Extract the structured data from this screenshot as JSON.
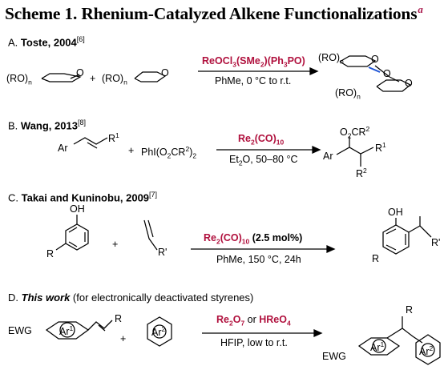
{
  "title": {
    "text": "Scheme 1. Rhenium-Catalyzed Alkene Functionalizations",
    "footnote": "a"
  },
  "sections": {
    "a": {
      "label_prefix": "A. ",
      "label_bold": "Toste, 2004",
      "ref": "[6]",
      "ro_left": "(RO)",
      "n": "n",
      "plus": "+",
      "ro_mid": "(RO)",
      "oxygen": "O",
      "catalyst": "ReOCl3(SMe2)(Ph3PO)",
      "conditions": "PhMe, 0 °C to r.t.",
      "ro_prod_top": "(RO)",
      "ro_prod_bottom": "(RO)"
    },
    "b": {
      "label_prefix": "B. ",
      "label_bold": "Wang, 2013",
      "ref": "[8]",
      "ar": "Ar",
      "r1": "R1",
      "plus": "+",
      "reagent": "PhI(O2CR2)2",
      "catalyst": "Re2(CO)10",
      "conditions": "Et2O, 50–80 °C",
      "prod_ester": "O2CR2",
      "prod_ar": "Ar",
      "prod_r1": "R1",
      "prod_r2": "R2"
    },
    "c": {
      "label_prefix": "C. ",
      "label_bold": "Takai and Kuninobu, 2009",
      "ref": "[7]",
      "oh": "OH",
      "r": "R",
      "plus": "+",
      "r_prime": "R'",
      "catalyst": "Re2(CO)10 (2.5 mol%)",
      "conditions": "PhMe, 150 °C, 24h",
      "prod_oh": "OH",
      "prod_r": "R",
      "prod_r_prime": "R'"
    },
    "d": {
      "label_prefix": "D. ",
      "label_italic": "This work",
      "label_rest": " (for electronically deactivated styrenes)",
      "ewg": "EWG",
      "ar1": "Ar1",
      "r": "R",
      "plus": "+",
      "ar2": "Ar2",
      "catalyst_1": "Re2O7",
      "catalyst_or": " or ",
      "catalyst_2": "HReO4",
      "conditions": "HFIP, low to r.t.",
      "prod_ewg": "EWG",
      "prod_ar1": "Ar1",
      "prod_ar2": "Ar2",
      "prod_r": "R"
    }
  },
  "colors": {
    "catalyst": "#b0103d",
    "title_footnote": "#a8174b",
    "highlight_bond": "#1f55d6"
  }
}
